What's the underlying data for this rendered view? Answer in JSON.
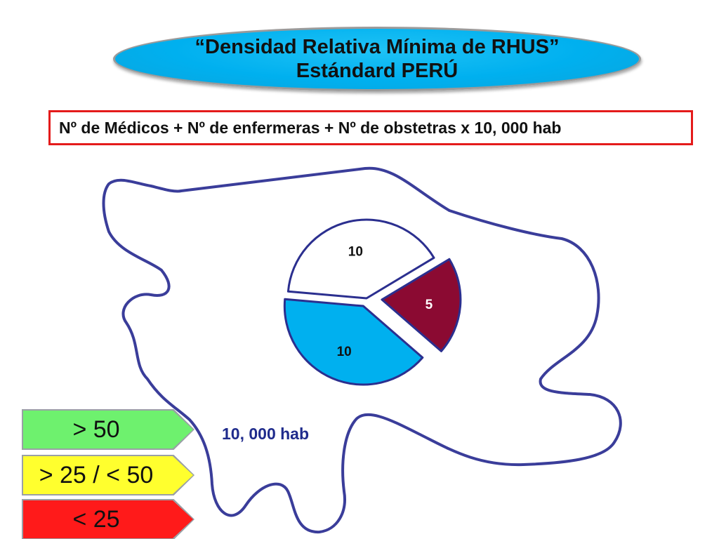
{
  "title": {
    "line1": "“Densidad  Relativa Mínima de RHUS”",
    "line2": "Estándard PERÚ"
  },
  "formula": "Nº de Médicos + Nº de enfermeras + Nº de obstetras x 10, 000 hab",
  "population_label": "10, 000 hab",
  "pie": {
    "slices": [
      {
        "label": "10",
        "value": 10,
        "color": "#ffffff"
      },
      {
        "label": "5",
        "value": 5,
        "color": "#8b0a32"
      },
      {
        "label": "10",
        "value": 10,
        "color": "#00b0ef"
      }
    ],
    "outline_color": "#2b2f8f"
  },
  "map": {
    "outline_color": "#3a3d9a"
  },
  "legend": [
    {
      "label": "> 50",
      "color": "#6ef16e"
    },
    {
      "label": "> 25 / < 50",
      "color": "#ffff2e"
    },
    {
      "label": "< 25",
      "color": "#ff1a1a"
    }
  ]
}
